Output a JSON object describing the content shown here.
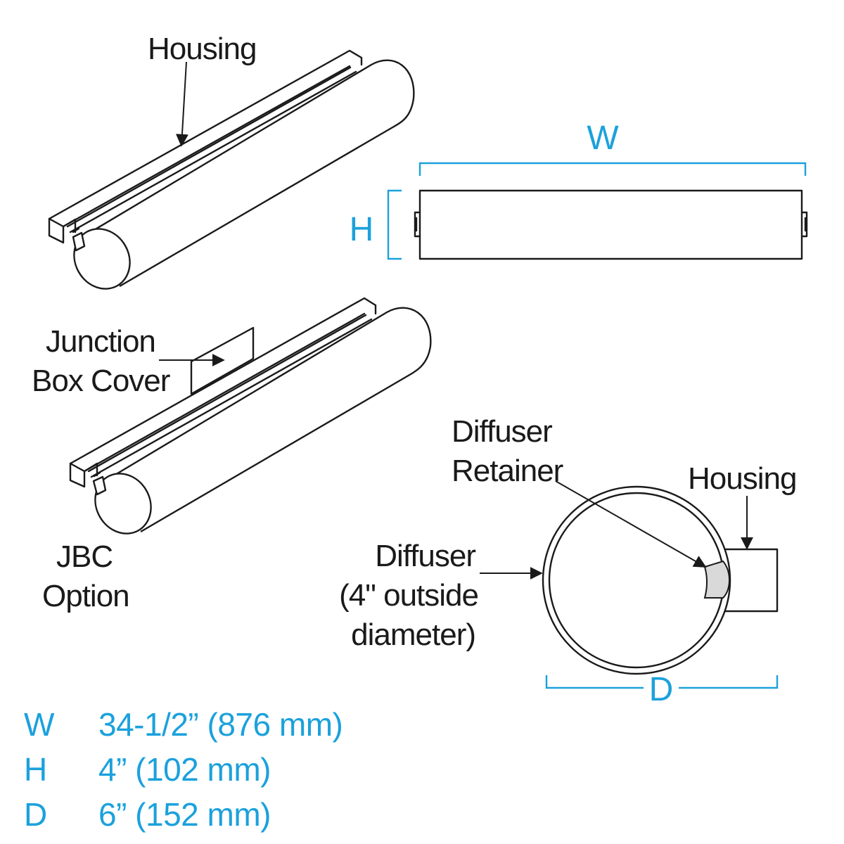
{
  "labels": {
    "housing_top": "Housing",
    "jbc_line1": "Junction",
    "jbc_line2": "Box Cover",
    "jbc_option_line1": "JBC",
    "jbc_option_line2": "Option",
    "retainer_line1": "Diffuser",
    "retainer_line2": "Retainer",
    "housing_section": "Housing",
    "diffuser_line1": "Diffuser",
    "diffuser_line2": "(4\" outside",
    "diffuser_line3": "diameter)"
  },
  "dimension_letters": {
    "w": "W",
    "h": "H",
    "d": "D"
  },
  "dimensions": [
    {
      "letter": "W",
      "value": "34-1/2” (876 mm)"
    },
    {
      "letter": "H",
      "value": "4” (102 mm)"
    },
    {
      "letter": "D",
      "value": "6” (152 mm)"
    }
  ],
  "colors": {
    "ink": "#1a1a1a",
    "dimension": "#1ba1dc",
    "retainer_fill": "#d9d9d9"
  }
}
